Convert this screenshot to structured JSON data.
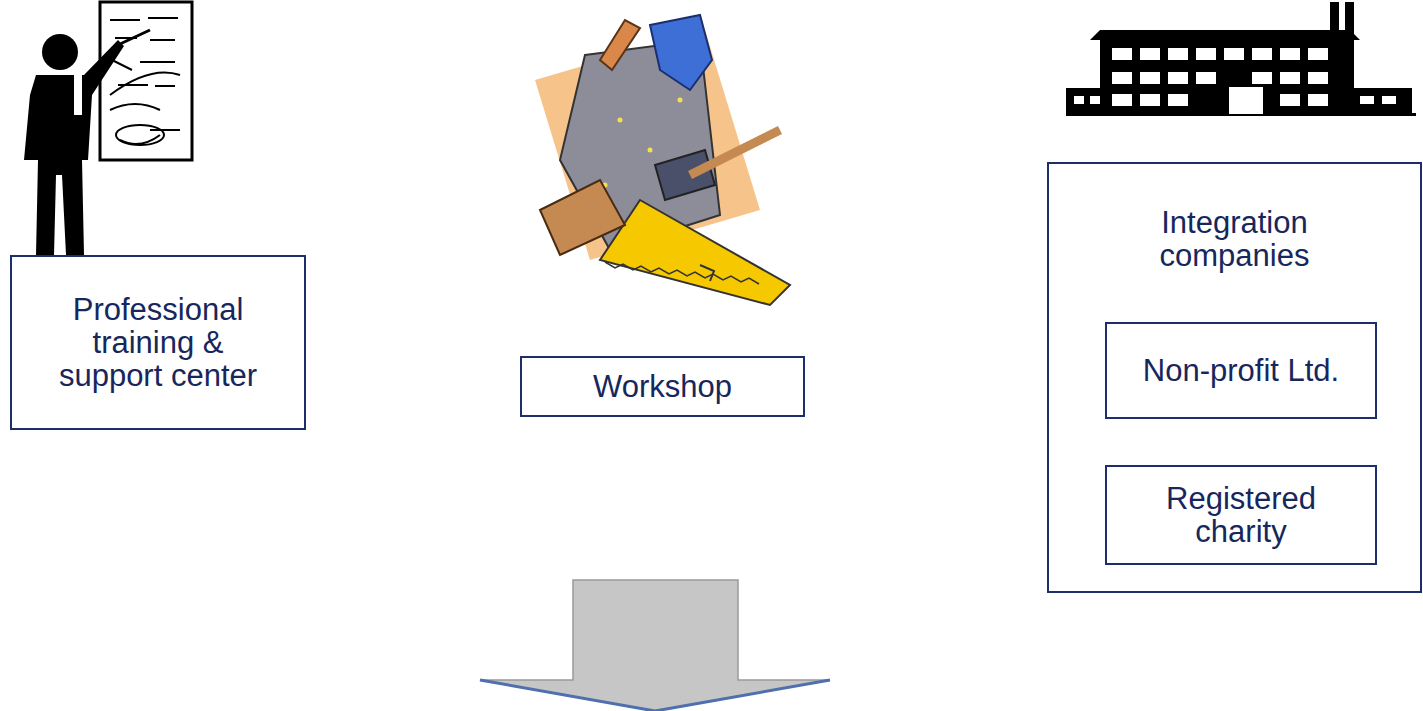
{
  "diagram": {
    "nodes": [
      {
        "text": [
          "Professional training & support center"
        ]
      },
      {
        "text": [
          "Workshop"
        ]
      },
      {
        "text": [
          "Integration companies"
        ]
      },
      {
        "text": [
          "Non-profit Ltd."
        ],
        "in": 2
      },
      {
        "text": [
          "Registered charity"
        ],
        "in": 2
      }
    ]
  }
}
